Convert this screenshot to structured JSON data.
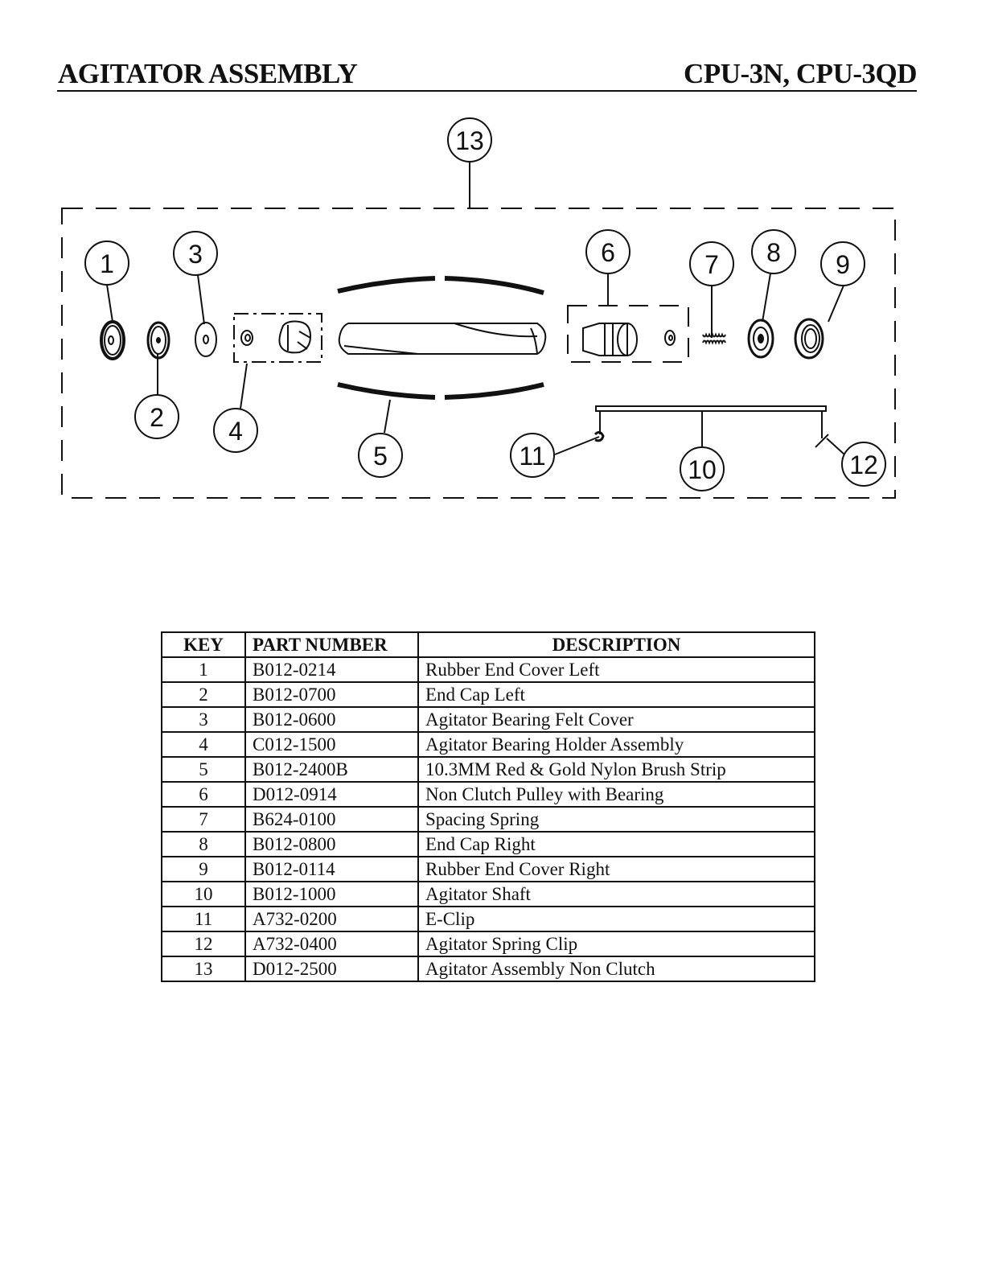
{
  "header": {
    "title": "AGITATOR ASSEMBLY",
    "models": "CPU-3N, CPU-3QD"
  },
  "diagram": {
    "callouts": [
      "1",
      "2",
      "3",
      "4",
      "5",
      "6",
      "7",
      "8",
      "9",
      "10",
      "11",
      "12",
      "13"
    ]
  },
  "table": {
    "headers": {
      "key": "KEY",
      "part_number": "PART NUMBER",
      "description": "DESCRIPTION"
    },
    "rows": [
      {
        "key": "1",
        "part_number": "B012-0214",
        "description": "Rubber End Cover Left"
      },
      {
        "key": "2",
        "part_number": "B012-0700",
        "description": "End Cap Left"
      },
      {
        "key": "3",
        "part_number": "B012-0600",
        "description": "Agitator Bearing Felt Cover"
      },
      {
        "key": "4",
        "part_number": "C012-1500",
        "description": "Agitator Bearing Holder Assembly"
      },
      {
        "key": "5",
        "part_number": "B012-2400B",
        "description": "10.3MM Red & Gold Nylon Brush Strip"
      },
      {
        "key": "6",
        "part_number": "D012-0914",
        "description": "Non Clutch Pulley with Bearing"
      },
      {
        "key": "7",
        "part_number": "B624-0100",
        "description": "Spacing Spring"
      },
      {
        "key": "8",
        "part_number": "B012-0800",
        "description": "End Cap Right"
      },
      {
        "key": "9",
        "part_number": "B012-0114",
        "description": "Rubber End Cover Right"
      },
      {
        "key": "10",
        "part_number": "B012-1000",
        "description": "Agitator Shaft"
      },
      {
        "key": "11",
        "part_number": "A732-0200",
        "description": "E-Clip"
      },
      {
        "key": "12",
        "part_number": "A732-0400",
        "description": "Agitator Spring Clip"
      },
      {
        "key": "13",
        "part_number": "D012-2500",
        "description": "Agitator Assembly Non Clutch"
      }
    ]
  }
}
